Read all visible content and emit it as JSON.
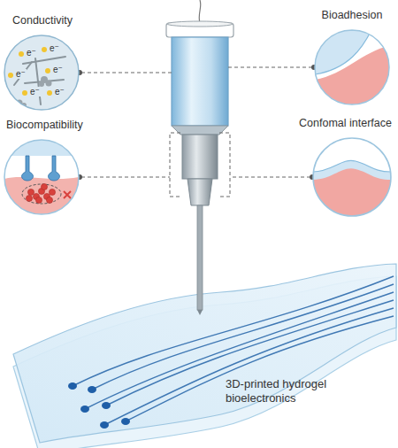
{
  "diagram": {
    "nodes": [
      {
        "text": [
          "Conductivity"
        ]
      },
      {
        "text": [
          "Bioadhesion"
        ]
      },
      {
        "text": [
          "Biocompatibility"
        ]
      },
      {
        "text": [
          "Confomal interface"
        ]
      }
    ],
    "labels": [
      "3D-printed hydrogel bioelectronics",
      "e⁻",
      "e⁻",
      "e⁻",
      "e⁻",
      "e⁻",
      "e⁻"
    ]
  }
}
